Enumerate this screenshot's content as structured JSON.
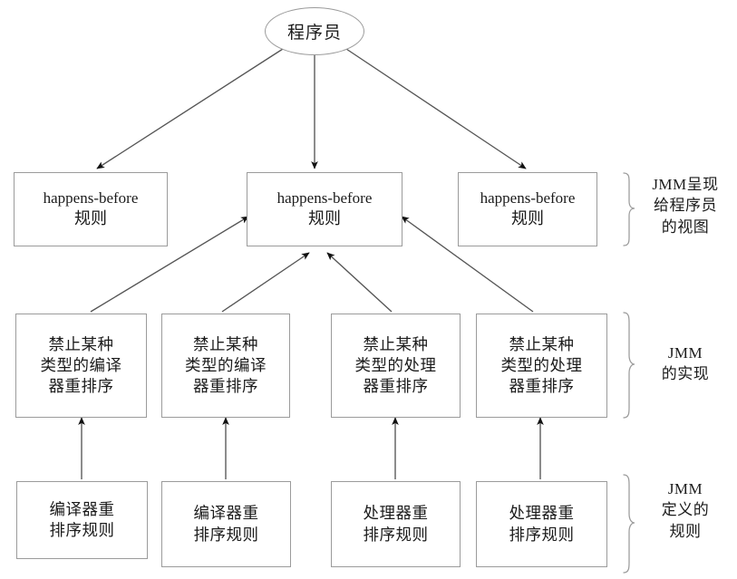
{
  "diagram": {
    "title_node": {
      "label": "程序员"
    },
    "row_hb": [
      {
        "line1": "happens-before",
        "line2": "规则"
      },
      {
        "line1": "happens-before",
        "line2": "规则"
      },
      {
        "line1": "happens-before",
        "line2": "规则"
      }
    ],
    "row_impl": [
      {
        "line1": "禁止某种",
        "line2": "类型的编译",
        "line3": "器重排序"
      },
      {
        "line1": "禁止某种",
        "line2": "类型的编译",
        "line3": "器重排序"
      },
      {
        "line1": "禁止某种",
        "line2": "类型的处理",
        "line3": "器重排序"
      },
      {
        "line1": "禁止某种",
        "line2": "类型的处理",
        "line3": "器重排序"
      }
    ],
    "row_rules": [
      {
        "line1": "编译器重",
        "line2": "排序规则"
      },
      {
        "line1": "编译器重",
        "line2": "排序规则"
      },
      {
        "line1": "处理器重",
        "line2": "排序规则"
      },
      {
        "line1": "处理器重",
        "line2": "排序规则"
      }
    ],
    "group_labels": [
      {
        "line1": "JMM呈现",
        "line2": "给程序员",
        "line3": "的视图"
      },
      {
        "line1": "JMM",
        "line2": "的实现",
        "line3": ""
      },
      {
        "line1": "JMM",
        "line2": "定义的",
        "line3": "规则"
      }
    ],
    "colors": {
      "stroke": "#9b9b9b",
      "edge": "#555555",
      "arrowhead": "#111111",
      "text": "#1b1b1b",
      "background": "#ffffff"
    }
  }
}
